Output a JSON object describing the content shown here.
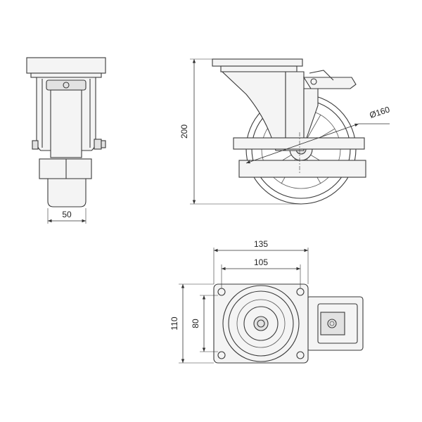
{
  "views": {
    "front": {
      "dimensions": {
        "wheel_width": "50"
      }
    },
    "side": {
      "dimensions": {
        "height": "200",
        "wheel_diameter": "Ø160"
      }
    },
    "top": {
      "dimensions": {
        "plate_width": "135",
        "hole_spacing_width": "105",
        "plate_depth": "110",
        "hole_spacing_depth": "80"
      }
    }
  },
  "colors": {
    "line": "#3a3a3a",
    "fill": "#f4f4f4",
    "fill_dark": "#e2e2e2",
    "background": "#ffffff"
  }
}
